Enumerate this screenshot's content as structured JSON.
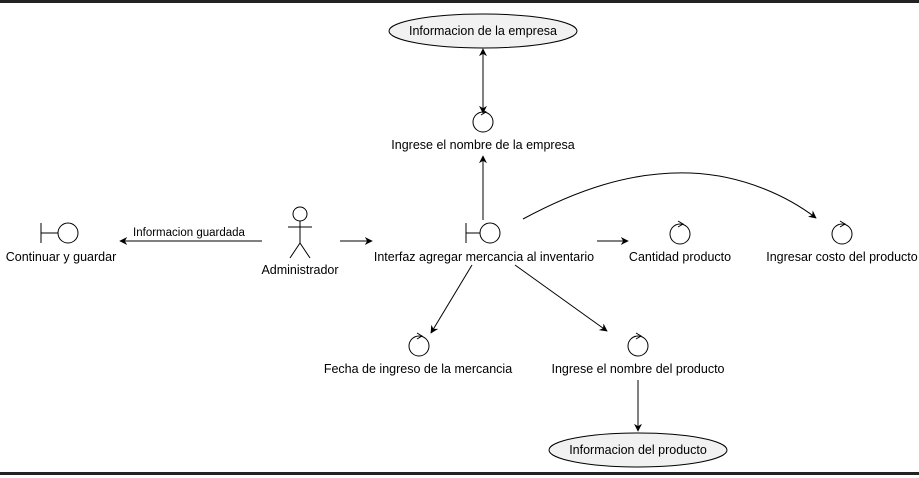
{
  "diagram": {
    "nodes": {
      "info_empresa": "Informacion de la empresa",
      "ingrese_nombre_empresa": "Ingrese el nombre de la empresa",
      "continuar_guardar": "Continuar y guardar",
      "administrador": "Administrador",
      "interfaz": "Interfaz agregar mercancia al inventario",
      "cantidad_producto": "Cantidad producto",
      "ingresar_costo": "Ingresar costo del producto",
      "fecha_ingreso": "Fecha de ingreso de la mercancia",
      "ingrese_nombre_producto": "Ingrese el nombre del producto",
      "info_producto": "Informacion del producto"
    },
    "edges": {
      "info_guardada": "Informacion guardada"
    }
  }
}
